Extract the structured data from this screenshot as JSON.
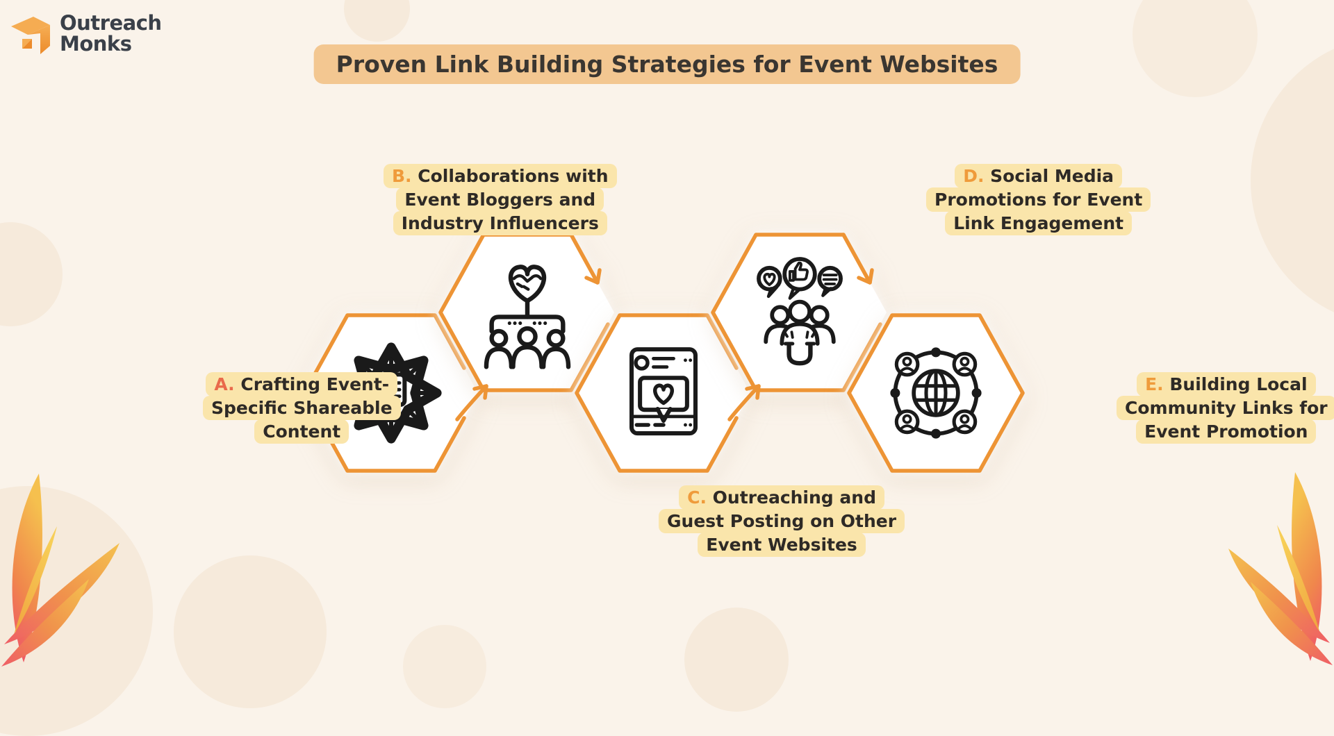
{
  "brand": {
    "name_line1": "Outreach",
    "name_line2": "Monks",
    "logo_icon": "outreach-monks-logo-icon"
  },
  "title": "Proven Link Building Strategies for Event Websites",
  "colors": {
    "background": "#FAF3EA",
    "title_banner_bg": "#F3C791",
    "label_bg": "#FAE5AB",
    "hex_outline_orange": "#ED9435",
    "icon_ink": "#1A1A1A",
    "text_ink": "#2E2A26",
    "prefix_red": "#E96A4B",
    "prefix_orange": "#EF9B3B"
  },
  "steps": [
    {
      "id": "a",
      "prefix": "A.",
      "prefix_color": "#E96A4B",
      "line1": " Crafting Event-",
      "line2": "Specific Shareable",
      "line3": "Content",
      "icon": "share-content-icon"
    },
    {
      "id": "b",
      "prefix": "B.",
      "prefix_color": "#EF9B3B",
      "line1": " Collaborations with",
      "line2": "Event Bloggers and",
      "line3": "Industry Influencers",
      "icon": "influencer-collaboration-icon"
    },
    {
      "id": "c",
      "prefix": "C.",
      "prefix_color": "#EF9B3B",
      "line1": " Outreaching and",
      "line2": "Guest Posting on Other",
      "line3": "Event Websites",
      "icon": "guest-post-icon"
    },
    {
      "id": "d",
      "prefix": "D.",
      "prefix_color": "#EF9B3B",
      "line1": " Social Media",
      "line2": "Promotions for Event",
      "line3": "Link Engagement",
      "icon": "social-media-promotion-icon"
    },
    {
      "id": "e",
      "prefix": "E.",
      "prefix_color": "#EF9B3B",
      "line1": " Building Local",
      "line2": "Community Links for",
      "line3": "Event Promotion",
      "icon": "community-links-icon"
    }
  ]
}
